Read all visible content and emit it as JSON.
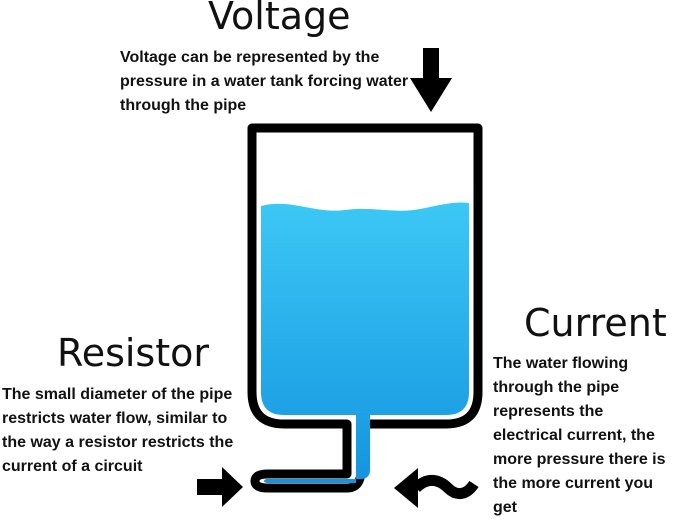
{
  "voltage": {
    "title": "Voltage",
    "description": "Voltage can be represented by the pressure in a water tank forcing water through the pipe"
  },
  "resistor": {
    "title": "Resistor",
    "description": "The small diameter of the pipe restricts water flow, similar to the way a resistor restricts the current of a circuit"
  },
  "current": {
    "title": "Current",
    "description": "The water flowing through the pipe represents the electrical current, the more pressure there is the more current you get"
  },
  "colors": {
    "outline": "#000000",
    "water_top": "#3cc8f5",
    "water_bottom": "#1494e0",
    "text": "#111111"
  },
  "icons": {
    "voltage_arrow": "arrow-down-icon",
    "resistor_arrow": "arrow-right-icon",
    "current_arrow": "wavy-arrow-left-icon"
  }
}
